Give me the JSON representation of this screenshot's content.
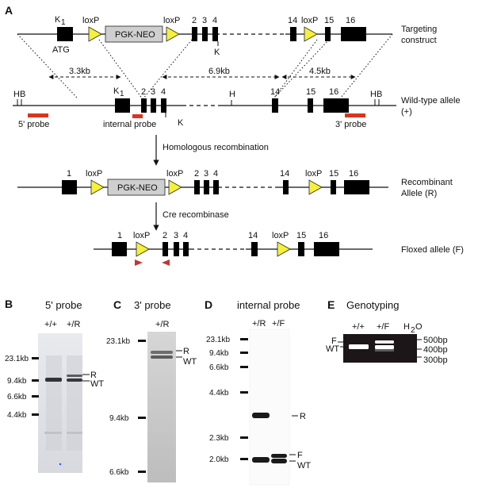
{
  "panels": {
    "A": "A",
    "B": "B",
    "C": "C",
    "D": "D",
    "E": "E"
  },
  "constructs": {
    "targeting": {
      "label_line1": "Targeting",
      "label_line2": "construct"
    },
    "wildtype": {
      "label_line1": "Wild-type allele",
      "label_line2": "(+)"
    },
    "recombinant": {
      "label_line1": "Recombinant",
      "label_line2": "Allele (R)"
    },
    "floxed": {
      "label": "Floxed allele (F)"
    }
  },
  "elements": {
    "loxp": "loxP",
    "neo": "PGK-NEO",
    "atg": "ATG",
    "k1": "K",
    "k1_sub": "1",
    "k": "K",
    "h": "H",
    "hb": "HB",
    "exons": [
      "1",
      "2",
      "3",
      "4",
      "14",
      "15",
      "16"
    ]
  },
  "distances": {
    "d1": "3.3kb",
    "d2": "6.9kb",
    "d3": "4.5kb"
  },
  "probes": {
    "five": "5' probe",
    "internal": "internal probe",
    "three": "3' probe"
  },
  "steps": {
    "homologous": "Homologous recombination",
    "cre": "Cre recombinase"
  },
  "blots": {
    "B": {
      "title": "5' probe",
      "lanes": [
        "+/+",
        "+/R"
      ],
      "markers": [
        "23.1kb",
        "9.4kb",
        "6.6kb",
        "4.4kb"
      ],
      "bands": [
        "R",
        "WT"
      ]
    },
    "C": {
      "title": "3' probe",
      "lanes": [
        "+/R"
      ],
      "markers": [
        "23.1kb",
        "9.4kb",
        "6.6kb"
      ],
      "bands": [
        "R",
        "WT"
      ]
    },
    "D": {
      "title": "internal probe",
      "lanes": [
        "+/R",
        "+/F"
      ],
      "markers": [
        "23.1kb",
        "9.4kb",
        "6.6kb",
        "4.4kb",
        "2.3kb",
        "2.0kb"
      ],
      "bands": [
        "R",
        "F",
        "WT"
      ]
    },
    "E": {
      "title": "Genotyping",
      "lanes": [
        "+/+",
        "+/F",
        "H",
        "2",
        "O"
      ],
      "markers": [
        "500bp",
        "400bp",
        "300bp"
      ],
      "bands": [
        "F",
        "WT"
      ]
    }
  },
  "colors": {
    "loxp": "#f5f03a",
    "neo_box": "#cfcfcf",
    "probe": "#d9351f",
    "primer": "#c7352a"
  }
}
